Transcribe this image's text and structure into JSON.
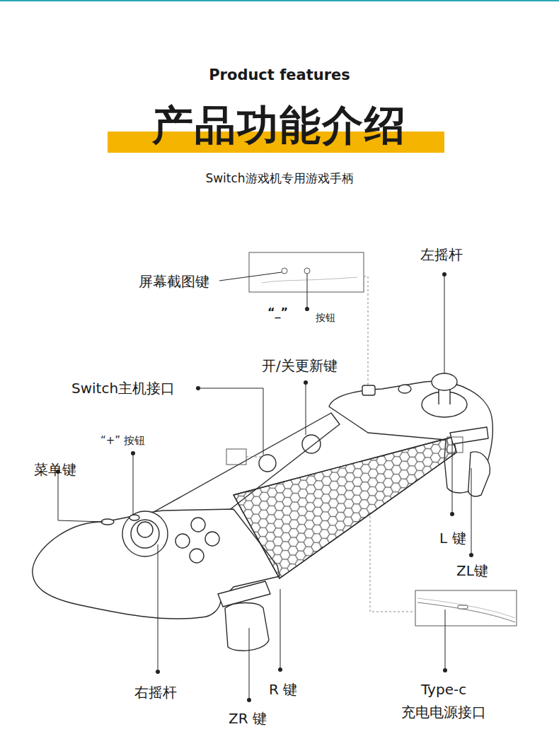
{
  "diagram": {
    "title": "产品功能介绍",
    "labels": [
      "Product features",
      "Switch游戏机专用游戏手柄",
      "屏幕截图键",
      "“_”",
      "按钮",
      "左摇杆",
      "开/关更新键",
      "Switch主机接口",
      "“+” 按钮",
      "菜单键",
      "L 键",
      "ZL键",
      "右摇杆",
      "R 键",
      "ZR 键",
      "Type-c",
      "充电电源接口"
    ]
  }
}
